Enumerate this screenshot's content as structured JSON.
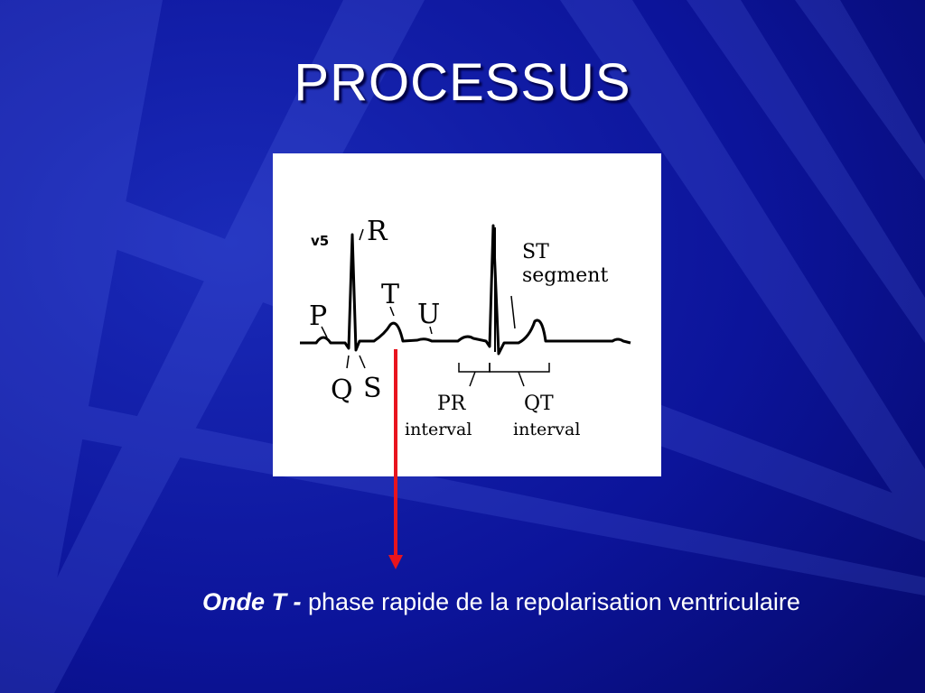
{
  "slide": {
    "title": "PROCESSUS",
    "caption_term": "Onde T -",
    "caption_text": "phase rapide de la repolarisation ventriculaire"
  },
  "ecg": {
    "lead": "v5",
    "waves": {
      "p": "P",
      "q": "Q",
      "r": "R",
      "s": "S",
      "t": "T",
      "u": "U"
    },
    "st_segment": {
      "line1": "ST",
      "line2": "segment"
    },
    "pr_interval": {
      "line1": "PR",
      "line2": "interval"
    },
    "qt_interval": {
      "line1": "QT",
      "line2": "interval"
    }
  },
  "colors": {
    "background": "#0a0f8c",
    "title": "#ffffff",
    "pointer": "#e8141e",
    "trace": "#000000"
  }
}
